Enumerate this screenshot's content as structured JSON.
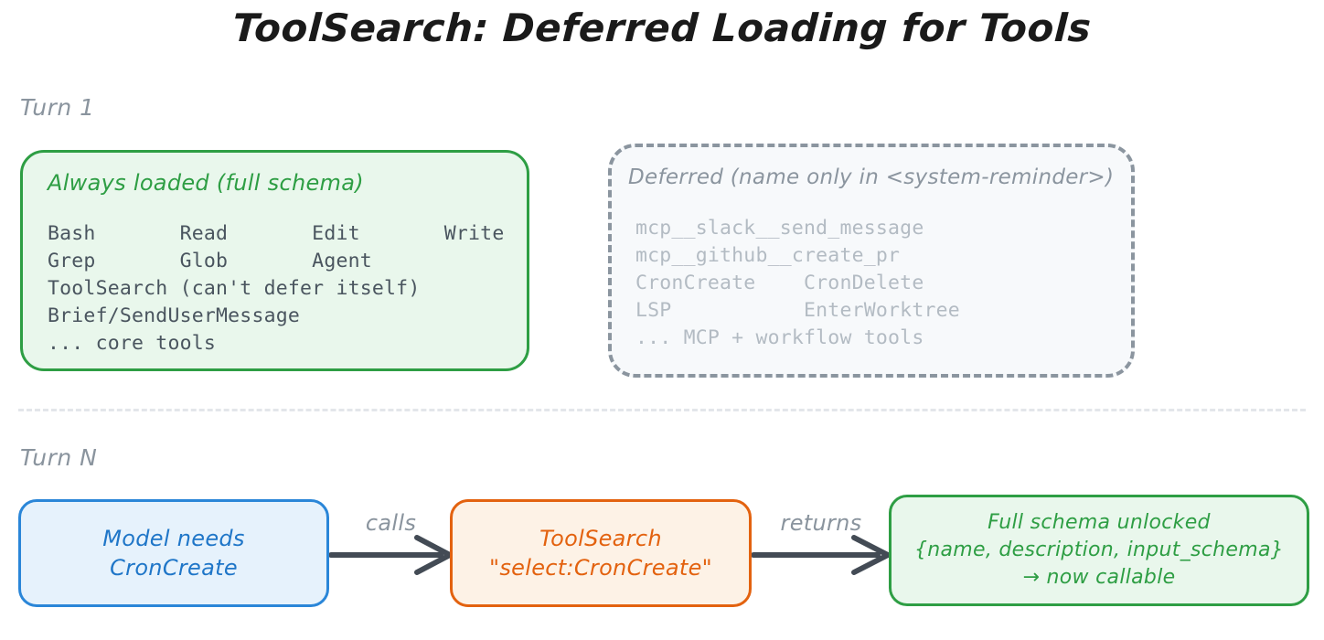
{
  "title": "ToolSearch: Deferred Loading for Tools",
  "turn1": {
    "label": "Turn 1",
    "always": {
      "heading": "Always loaded (full schema)",
      "lines": "Bash       Read       Edit       Write\nGrep       Glob       Agent\nToolSearch (can't defer itself)\nBrief/SendUserMessage\n... core tools",
      "border_color": "#2e9e44",
      "fill_color": "#e9f7ec"
    },
    "deferred": {
      "heading": "Deferred (name only in <system-reminder>)",
      "lines": "mcp__slack__send_message\nmcp__github__create_pr\nCronCreate    CronDelete\nLSP           EnterWorktree\n... MCP + workflow tools",
      "border_color": "#8b959f",
      "fill_color": "#f7f9fb"
    }
  },
  "turnN": {
    "label": "Turn N",
    "model_box": {
      "line1": "Model needs",
      "line2": "CronCreate",
      "border_color": "#2a86d8",
      "fill_color": "#e6f2fc"
    },
    "arrow1_label": "calls",
    "toolsearch_box": {
      "line1": "ToolSearch",
      "line2": "\"select:CronCreate\"",
      "border_color": "#e3620f",
      "fill_color": "#fdf2e6"
    },
    "arrow2_label": "returns",
    "unlocked_box": {
      "line1": "Full schema unlocked",
      "line2": "{name, description, input_schema}",
      "line3": "→ now callable",
      "border_color": "#2e9e44",
      "fill_color": "#e9f7ec"
    }
  }
}
